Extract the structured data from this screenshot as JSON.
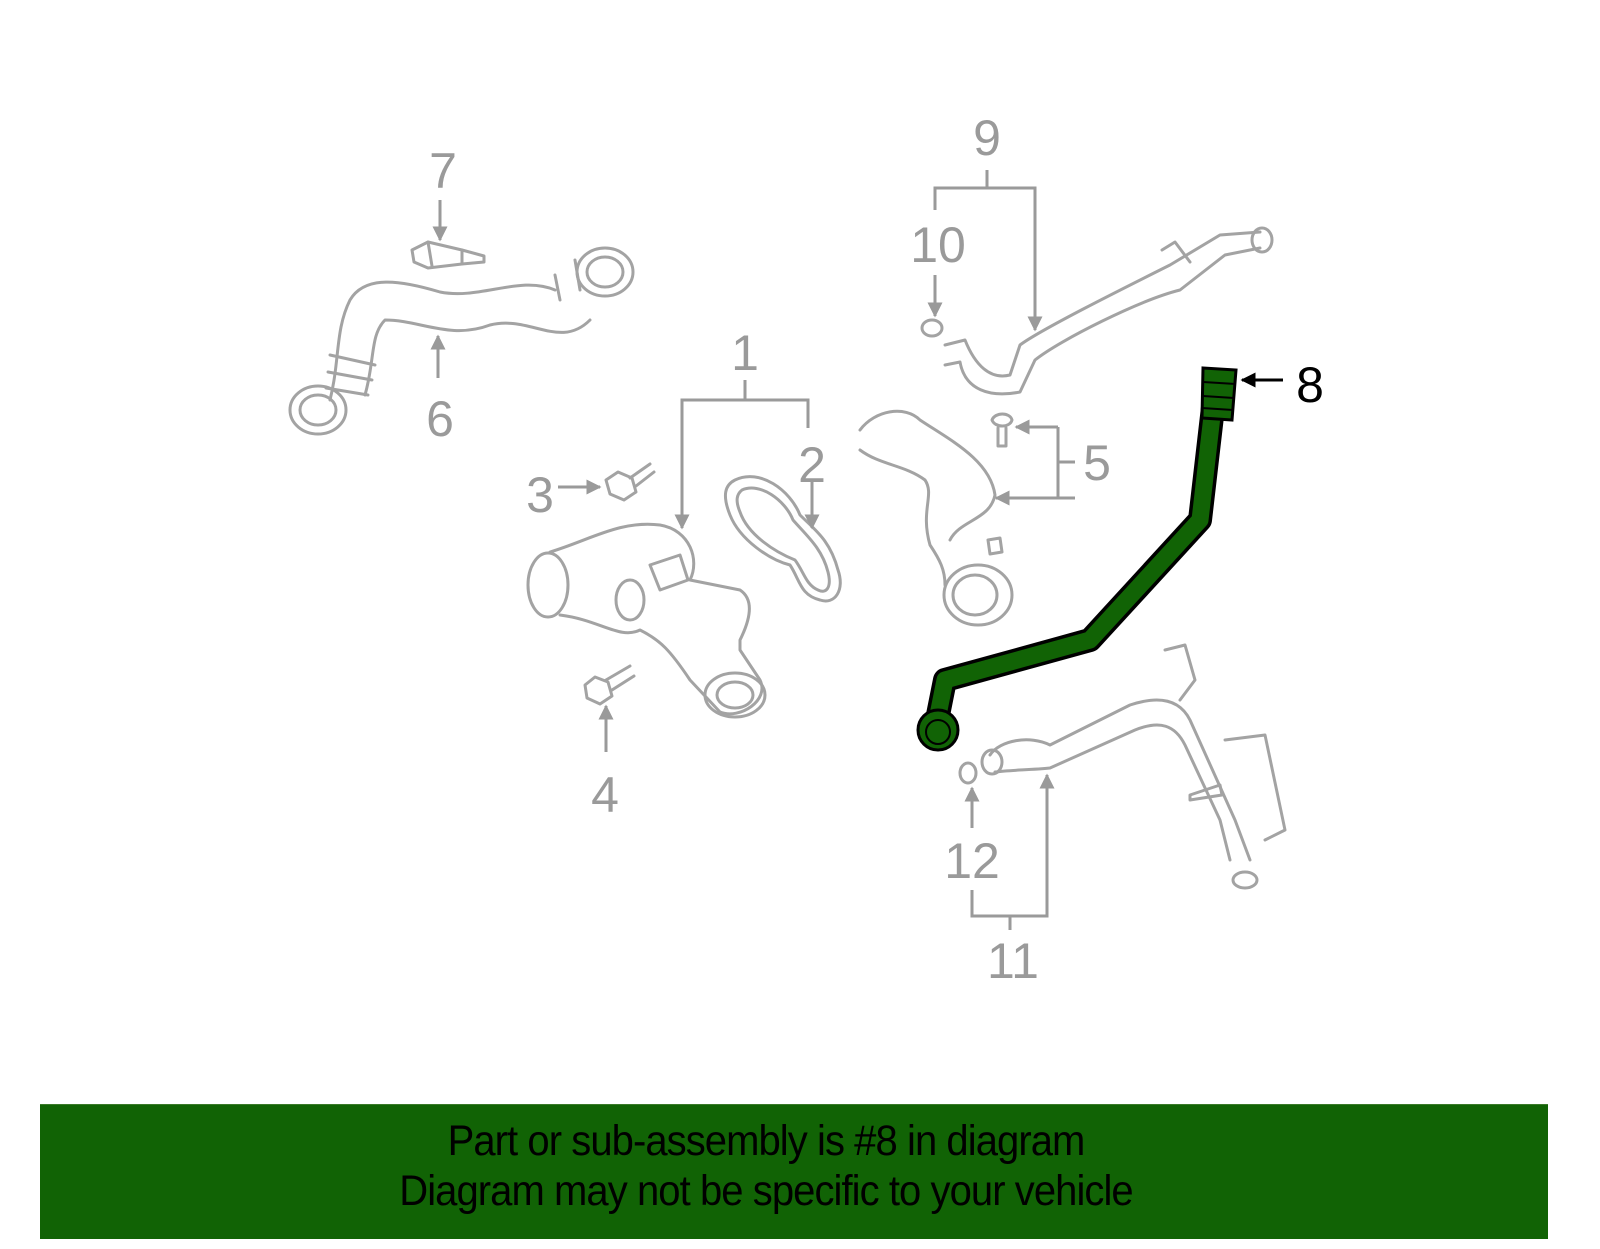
{
  "diagram": {
    "callouts": [
      "1",
      "2",
      "3",
      "4",
      "5",
      "6",
      "7",
      "8",
      "9",
      "10",
      "11",
      "12"
    ],
    "highlighted_part": "8",
    "highlight_color": "#116305",
    "part_color": "#a3a3a3"
  },
  "banner": {
    "line1": "Part or sub-assembly is #8 in diagram",
    "line2": "Diagram may not be specific to your vehicle",
    "background": "#116305"
  }
}
